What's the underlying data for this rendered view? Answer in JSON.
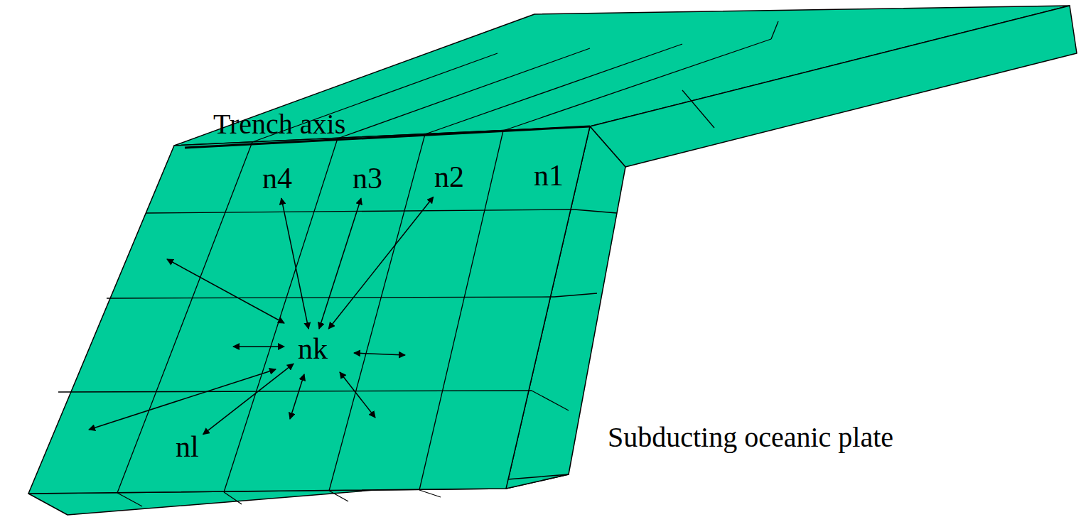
{
  "diagram": {
    "nodes": [
      {
        "text": [
          "n4"
        ]
      },
      {
        "text": [
          "n3"
        ]
      },
      {
        "text": [
          "n2"
        ]
      },
      {
        "text": [
          "n1"
        ]
      },
      {
        "text": [
          "nk"
        ]
      },
      {
        "text": [
          "nl"
        ]
      }
    ],
    "edges": [
      {
        "from": 4,
        "to": 0,
        "arrow": "both"
      },
      {
        "from": 4,
        "to": 1,
        "arrow": "both"
      },
      {
        "from": 4,
        "to": 2,
        "arrow": "both"
      },
      {
        "from": 4,
        "to": 5,
        "arrow": "both"
      }
    ],
    "labels": [
      "Trench axis",
      "Subducting oceanic plate"
    ]
  }
}
